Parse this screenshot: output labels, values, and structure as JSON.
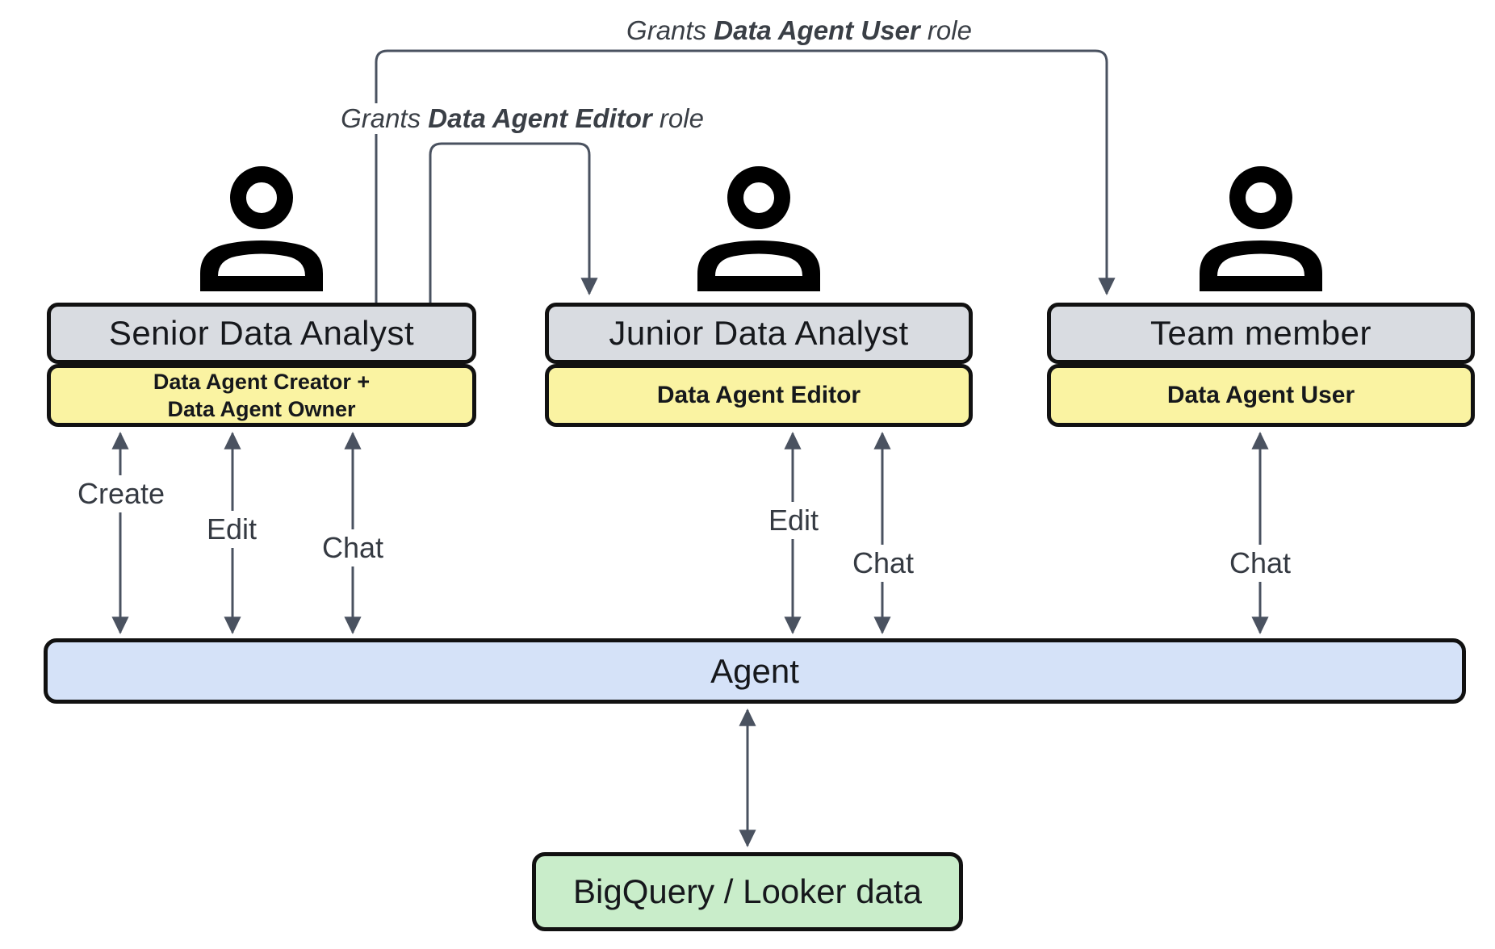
{
  "actors": [
    {
      "title": "Senior Data Analyst",
      "role_lines": [
        "Data Agent Creator +",
        "Data Agent Owner"
      ]
    },
    {
      "title": "Junior Data Analyst",
      "role_lines": [
        "Data Agent Editor"
      ]
    },
    {
      "title": "Team member",
      "role_lines": [
        "Data Agent User"
      ]
    }
  ],
  "grants": {
    "user": {
      "prefix": "Grants ",
      "role": "Data Agent User",
      "suffix": " role"
    },
    "editor": {
      "prefix": "Grants ",
      "role": "Data Agent Editor",
      "suffix": " role"
    }
  },
  "actions": {
    "create": "Create",
    "edit": "Edit",
    "chat": "Chat"
  },
  "nodes": {
    "agent": "Agent",
    "data": "BigQuery / Looker data"
  },
  "colors": {
    "actor_title_bg": "#d9dce1",
    "role_bg": "#faf3a2",
    "agent_bg": "#d5e2f8",
    "data_bg": "#c9edca",
    "line": "#4a5260",
    "border": "#111111"
  }
}
